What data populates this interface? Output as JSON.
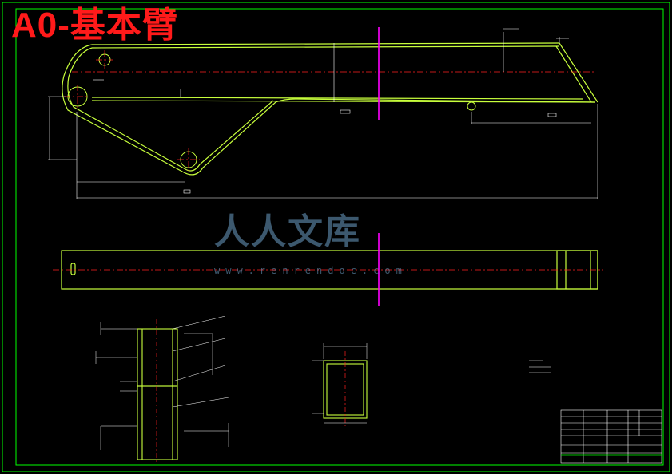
{
  "drawing": {
    "title": "A0-基本臂",
    "colors": {
      "background": "#000000",
      "border": "#00ff00",
      "outline": "#c8ff3c",
      "centerline": "#ff2020",
      "dimension": "#ffffff",
      "symmetry": "#ff00ff",
      "title": "#ff1a1a"
    }
  },
  "watermark": {
    "main": "人人文库",
    "sub": "www.renrendoc.com"
  }
}
